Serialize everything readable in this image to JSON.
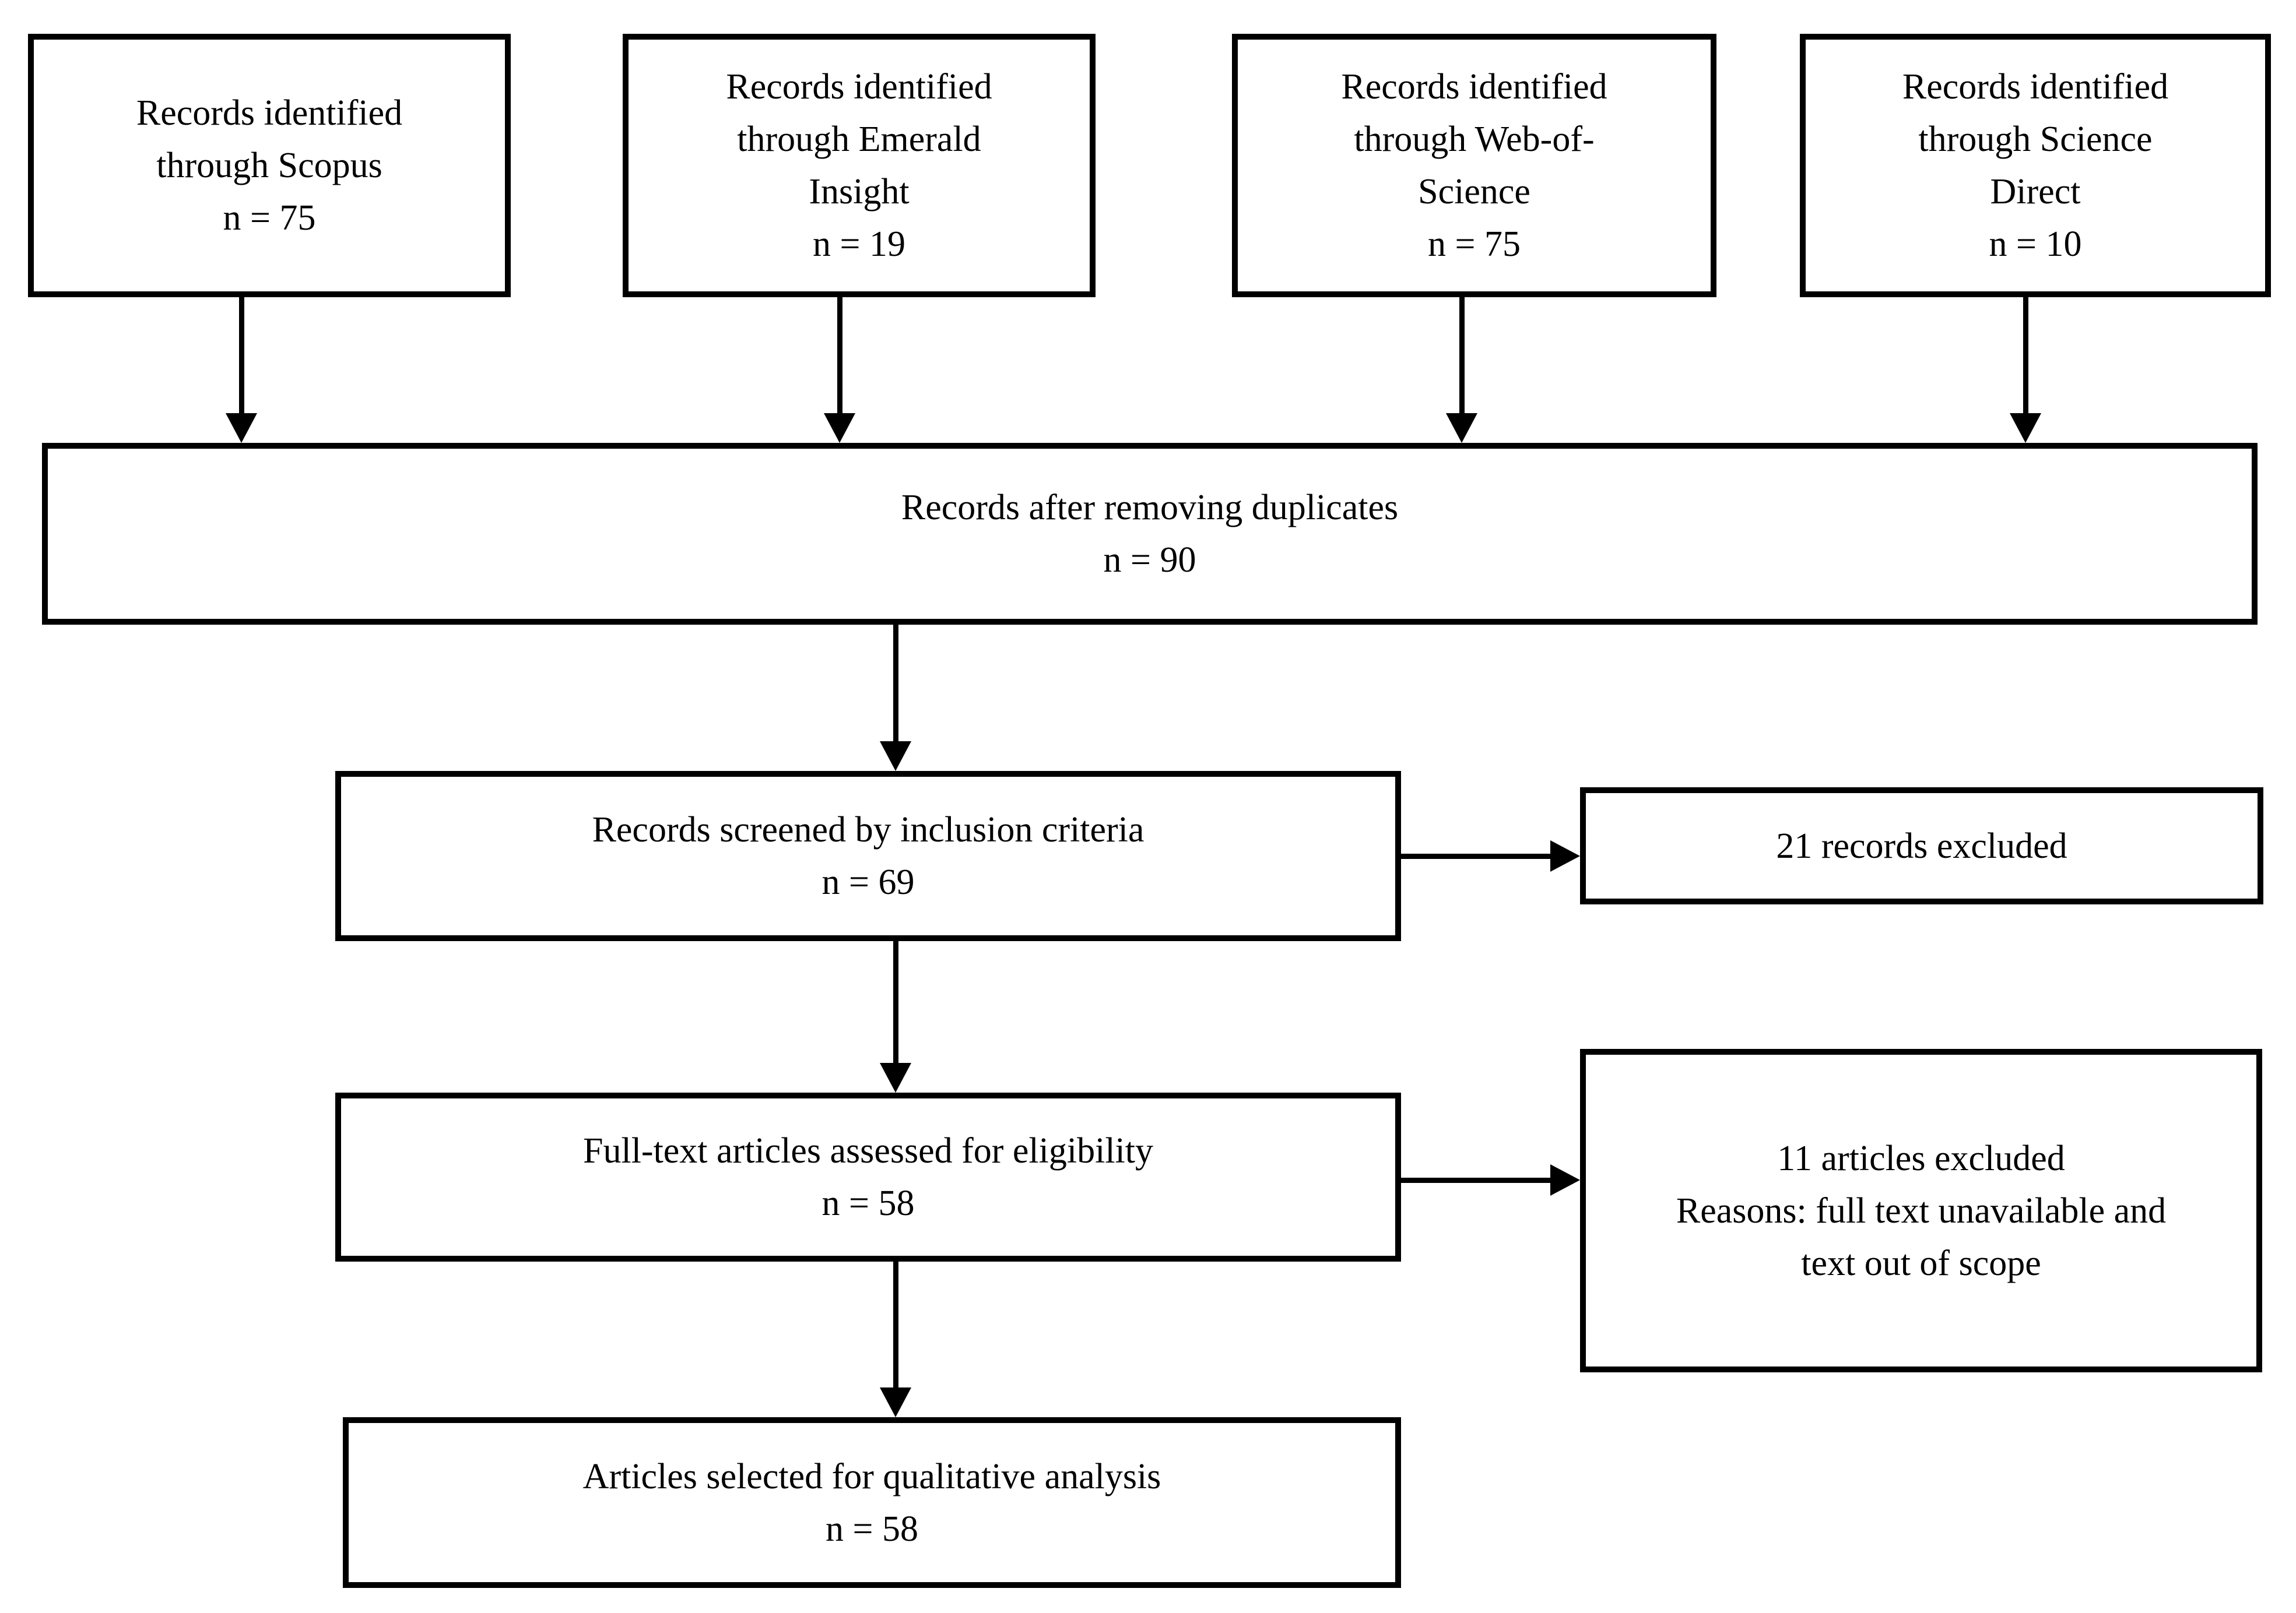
{
  "flowchart": {
    "colors": {
      "line": "#000000",
      "background": "#ffffff"
    },
    "source_boxes": [
      {
        "lines": [
          "Records identified",
          "through Scopus",
          "n = 75"
        ]
      },
      {
        "lines": [
          "Records identified",
          "through Emerald",
          "Insight",
          "n = 19"
        ]
      },
      {
        "lines": [
          "Records identified",
          "through Web-of-",
          "Science",
          "n = 75"
        ]
      },
      {
        "lines": [
          "Records identified",
          "through Science",
          "Direct",
          "n = 10"
        ]
      }
    ],
    "dedup_box": {
      "lines": [
        "Records after removing duplicates",
        "n = 90"
      ]
    },
    "screened_box": {
      "lines": [
        "Records screened by inclusion criteria",
        "n = 69"
      ]
    },
    "screen_excluded_box": {
      "lines": [
        "21 records excluded"
      ]
    },
    "fulltext_box": {
      "lines": [
        "Full-text articles assessed for eligibility",
        "n = 58"
      ]
    },
    "fulltext_excluded_box": {
      "lines": [
        "11 articles excluded",
        "Reasons: full text unavailable and",
        "text out of scope"
      ]
    },
    "selected_box": {
      "lines": [
        "Articles selected for qualitative analysis",
        "n = 58"
      ]
    }
  }
}
